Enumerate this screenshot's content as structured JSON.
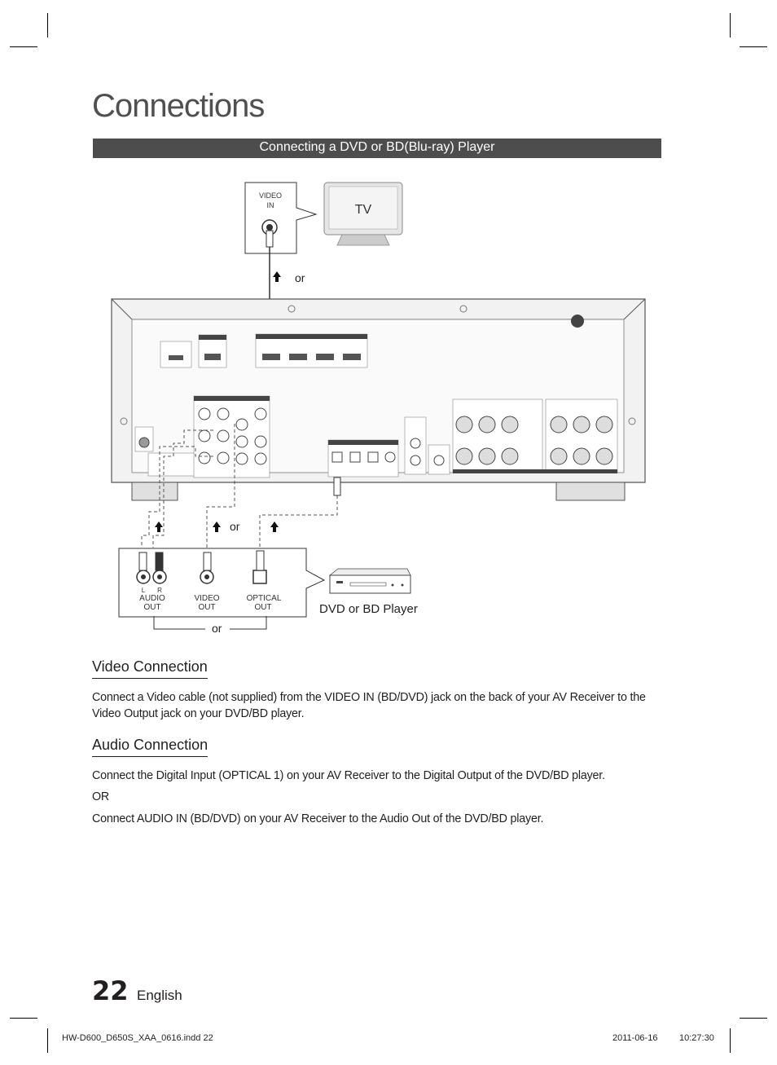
{
  "page": {
    "title": "Connections",
    "section_banner": "Connecting a DVD or BD(Blu-ray) Player",
    "page_number": "22",
    "language": "English"
  },
  "diagram": {
    "tv_label": "TV",
    "video_in_label_1": "VIDEO",
    "video_in_label_2": "IN",
    "or_label": "or",
    "player_label": "DVD or BD Player",
    "jack_l": "L",
    "jack_r": "R",
    "audio_out_1": "AUDIO",
    "audio_out_2": "OUT",
    "video_out_1": "VIDEO",
    "video_out_2": "OUT",
    "optical_out_1": "OPTICAL",
    "optical_out_2": "OUT"
  },
  "video_connection": {
    "heading": "Video Connection",
    "text": "Connect a Video cable (not supplied) from the VIDEO IN (BD/DVD) jack on the back of your AV Receiver to the Video Output jack on your DVD/BD player."
  },
  "audio_connection": {
    "heading": "Audio Connection",
    "text1": "Connect the Digital Input (OPTICAL 1) on your AV Receiver to the Digital Output of the DVD/BD player.",
    "or": "OR",
    "text2": "Connect AUDIO IN (BD/DVD) on your AV Receiver to the Audio Out of the DVD/BD player."
  },
  "footer": {
    "file": "HW-D600_D650S_XAA_0616.indd   22",
    "date": "2011-06-16",
    "time": "10:27:30"
  }
}
